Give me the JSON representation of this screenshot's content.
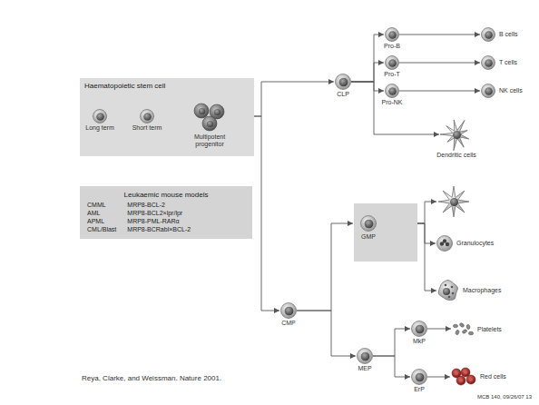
{
  "diagram": {
    "nodes": [
      {
        "text": [
          "Haematopoietic stem cell"
        ]
      },
      {
        "text": [
          "Long term"
        ],
        "in": 0
      },
      {
        "text": [
          "Short term"
        ],
        "in": 0
      },
      {
        "text": [
          "Multipotent progenitor"
        ],
        "in": 0
      },
      {
        "text": [
          "Leukaemic mouse models",
          "CMML",
          "MRP8-BCL-2",
          "AML",
          "MRP8-BCL2×lpr/lpr",
          "APML",
          "MRP8-PML-RARα",
          "CML/Blast",
          "MRP8-BCRabl×BCL-2"
        ]
      },
      {
        "text": [
          "CLP"
        ]
      },
      {
        "text": [
          "Pro-B"
        ]
      },
      {
        "text": [
          "Pro-T"
        ]
      },
      {
        "text": [
          "Pro-NK"
        ]
      },
      {
        "text": [
          "B cells"
        ]
      },
      {
        "text": [
          "T cells"
        ]
      },
      {
        "text": [
          "NK cells"
        ]
      },
      {
        "text": [
          "Dendritic cells"
        ]
      },
      {
        "text": [
          "CMP"
        ]
      },
      {
        "text": [
          "GMP"
        ]
      },
      {
        "text": [
          "Granulocytes"
        ]
      },
      {
        "text": [
          "Macrophages"
        ]
      },
      {
        "text": [
          "MEP"
        ]
      },
      {
        "text": [
          "MkP"
        ]
      },
      {
        "text": [
          "Platelets"
        ]
      },
      {
        "text": [
          "ErP"
        ]
      },
      {
        "text": [
          "Red cells"
        ]
      }
    ],
    "edges": [
      {
        "from": 0,
        "to": 5,
        "arrow": "to"
      },
      {
        "from": 0,
        "to": 13,
        "arrow": "to"
      },
      {
        "from": 1,
        "to": 2,
        "arrow": "to"
      },
      {
        "from": 2,
        "to": 3,
        "arrow": "to"
      },
      {
        "from": 5,
        "to": 6,
        "arrow": "to"
      },
      {
        "from": 5,
        "to": 7,
        "arrow": "to"
      },
      {
        "from": 5,
        "to": 8,
        "arrow": "to"
      },
      {
        "from": 5,
        "to": 12,
        "arrow": "to"
      },
      {
        "from": 6,
        "to": 9,
        "arrow": "to"
      },
      {
        "from": 7,
        "to": 10,
        "arrow": "to"
      },
      {
        "from": 8,
        "to": 11,
        "arrow": "to"
      },
      {
        "from": 13,
        "to": 14,
        "arrow": "to"
      },
      {
        "from": 13,
        "to": 17,
        "arrow": "to"
      },
      {
        "from": 14,
        "to": 15,
        "arrow": "to"
      },
      {
        "from": 14,
        "to": 16,
        "arrow": "to"
      },
      {
        "from": 17,
        "to": 18,
        "arrow": "to"
      },
      {
        "from": 17,
        "to": 20,
        "arrow": "to"
      },
      {
        "from": 18,
        "to": 19,
        "arrow": "to"
      },
      {
        "from": 20,
        "to": 21,
        "arrow": "to"
      }
    ],
    "labels": [
      "Reya, Clarke, and Weissman. Nature 2001.",
      "MCB 140, 09/26/07 13"
    ]
  }
}
